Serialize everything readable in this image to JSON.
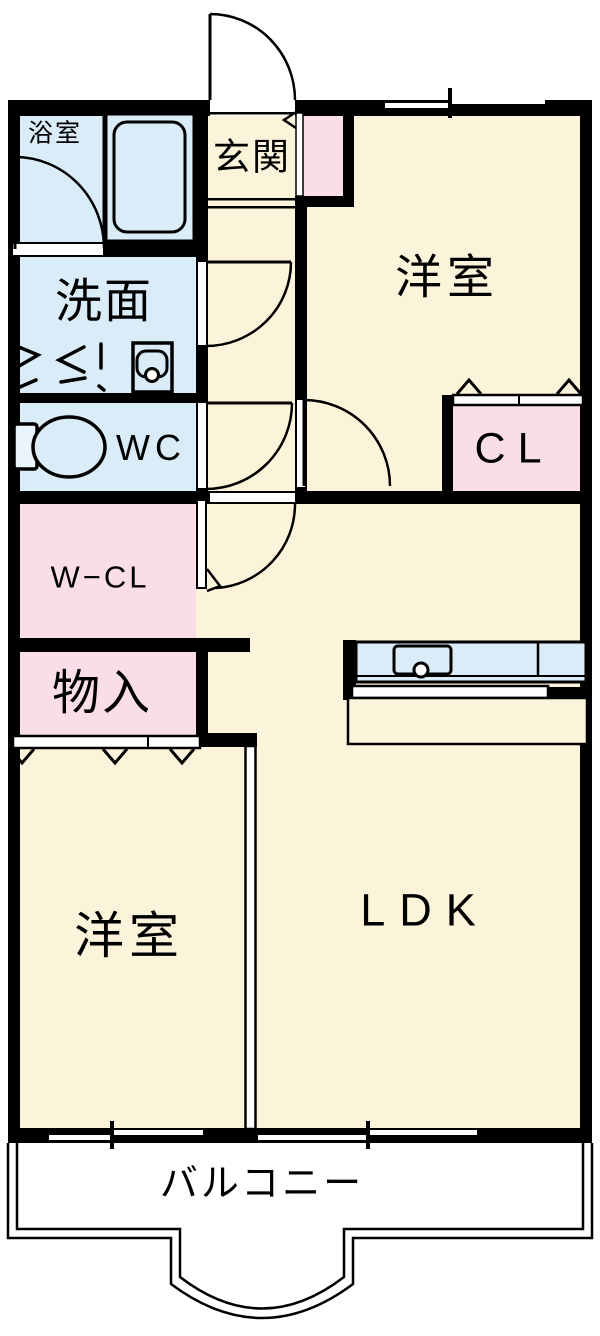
{
  "title": "2LDK apartment floor plan",
  "colors": {
    "wall": "#000000",
    "room_cream": "#FCF4DA",
    "wet_area_blue": "#D9ECF8",
    "closet_pink": "#F9DEE9",
    "balcony_white": "#FFFFFF"
  },
  "rooms": {
    "bath": {
      "label": "浴室"
    },
    "entrance": {
      "label": "玄関"
    },
    "washroom": {
      "label": "洗面"
    },
    "toilet": {
      "label": "WC"
    },
    "bedroom_top": {
      "label": "洋室"
    },
    "closet_cl": {
      "label": "CL"
    },
    "walkin_closet": {
      "label": "W−CL"
    },
    "storage": {
      "label": "物入"
    },
    "bedroom_bottom": {
      "label": "洋室"
    },
    "ldk": {
      "label": "LDK"
    },
    "balcony": {
      "label": "バルコニー"
    }
  }
}
